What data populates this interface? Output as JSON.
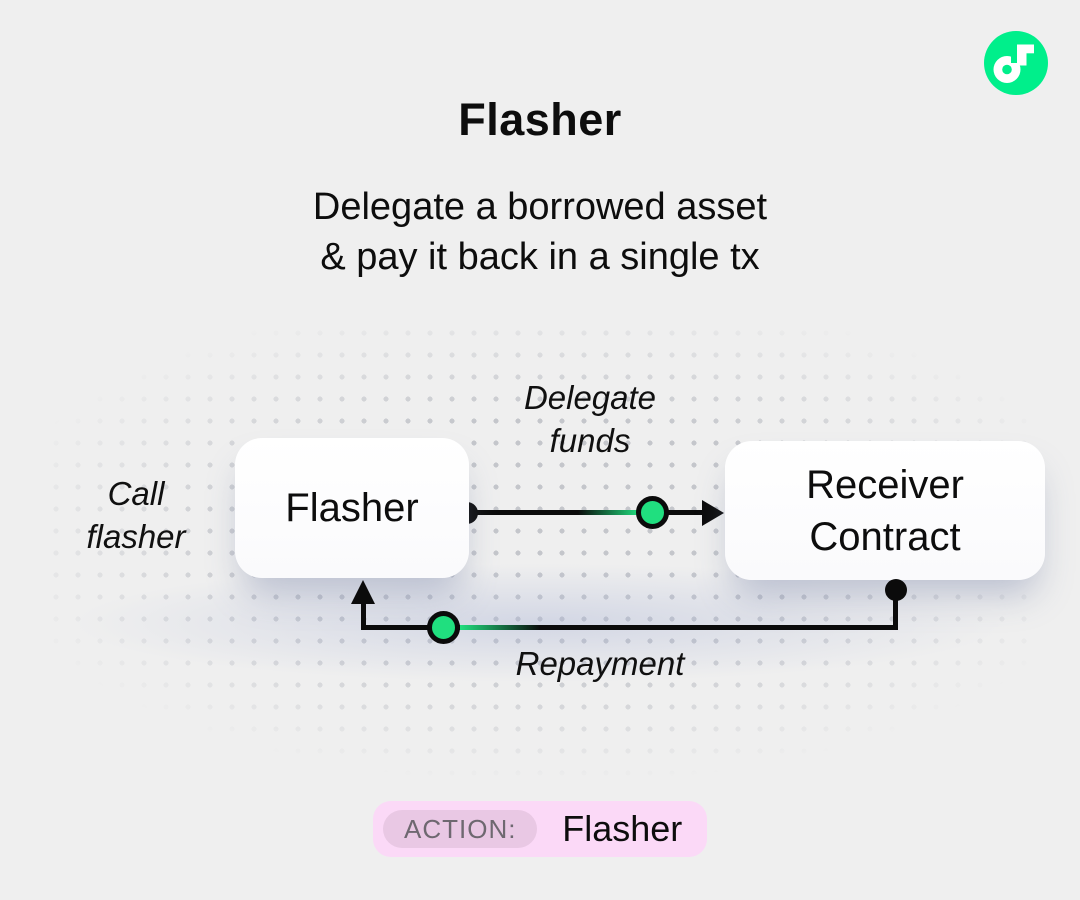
{
  "header": {
    "title": "Flasher",
    "subtitle_line1": "Delegate a borrowed asset",
    "subtitle_line2": "& pay it back in a single tx"
  },
  "logo": {
    "name": "flow-logo"
  },
  "diagram": {
    "nodes": {
      "flasher": {
        "label": "Flasher"
      },
      "receiver": {
        "label_line1": "Receiver",
        "label_line2": "Contract"
      }
    },
    "labels": {
      "call_line1": "Call",
      "call_line2": "flasher",
      "delegate_line1": "Delegate",
      "delegate_line2": "funds",
      "repayment": "Repayment"
    }
  },
  "action_badge": {
    "label": "ACTION:",
    "value": "Flasher"
  },
  "colors": {
    "bg": "#EFEFEF",
    "line_black": "#0B0B0B",
    "green": "#20DF7F",
    "flow_green": "#00EF8B",
    "badge_bg": "#FBD9F7",
    "badge_label_bg": "#E9C8E4",
    "badge_label_text": "#6E6870"
  }
}
